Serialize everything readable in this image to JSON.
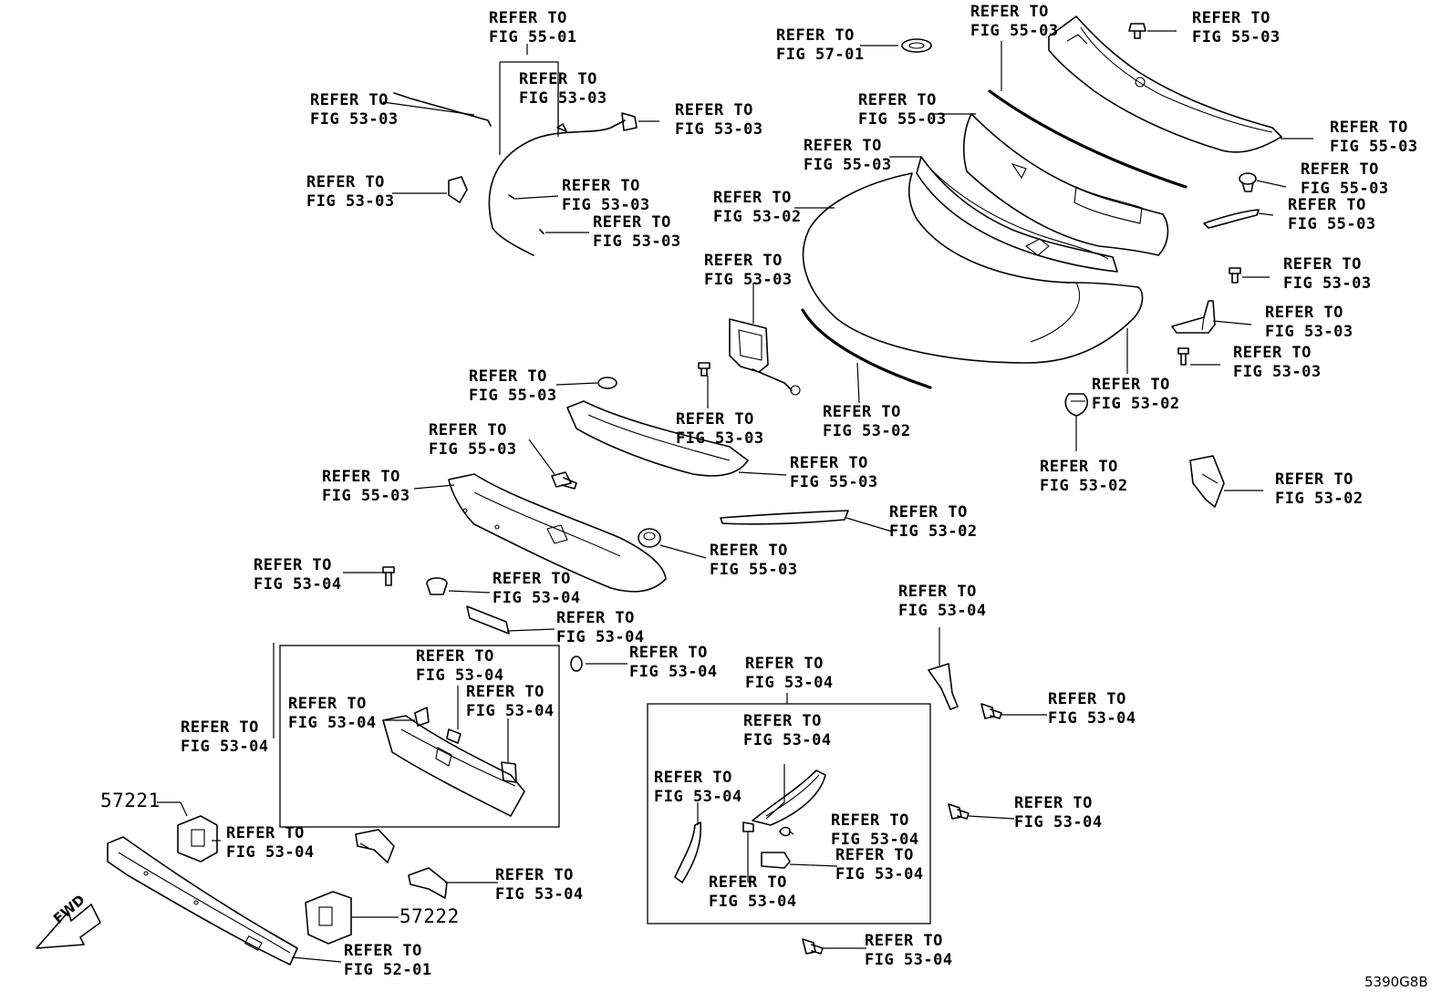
{
  "diagram": {
    "callouts": [
      {
        "id": "c1",
        "line1": "REFER TO",
        "line2": "FIG 55-01"
      },
      {
        "id": "c2",
        "line1": "REFER TO",
        "line2": "FIG 53-03"
      },
      {
        "id": "c3",
        "line1": "REFER TO",
        "line2": "FIG 53-03"
      },
      {
        "id": "c4",
        "line1": "REFER TO",
        "line2": "FIG 53-03"
      },
      {
        "id": "c5",
        "line1": "REFER TO",
        "line2": "FIG 53-03"
      },
      {
        "id": "c6",
        "line1": "REFER TO",
        "line2": "FIG 53-03"
      },
      {
        "id": "c7",
        "line1": "REFER TO",
        "line2": "FIG 53-03"
      },
      {
        "id": "c8",
        "line1": "REFER TO",
        "line2": "FIG 57-01"
      },
      {
        "id": "c9",
        "line1": "REFER TO",
        "line2": "FIG 55-03"
      },
      {
        "id": "c10",
        "line1": "REFER TO",
        "line2": "FIG 55-03"
      },
      {
        "id": "c11",
        "line1": "REFER TO",
        "line2": "FIG 55-03"
      },
      {
        "id": "c12",
        "line1": "REFER TO",
        "line2": "FIG 55-03"
      },
      {
        "id": "c13",
        "line1": "REFER TO",
        "line2": "FIG 55-03"
      },
      {
        "id": "c14",
        "line1": "REFER TO",
        "line2": "FIG 55-03"
      },
      {
        "id": "c15",
        "line1": "REFER TO",
        "line2": "FIG 55-03"
      },
      {
        "id": "c16",
        "line1": "REFER TO",
        "line2": "FIG 53-02"
      },
      {
        "id": "c17",
        "line1": "REFER TO",
        "line2": "FIG 53-03"
      },
      {
        "id": "c18",
        "line1": "REFER TO",
        "line2": "FIG 53-03"
      },
      {
        "id": "c19",
        "line1": "REFER TO",
        "line2": "FIG 53-03"
      },
      {
        "id": "c20",
        "line1": "REFER TO",
        "line2": "FIG 53-03"
      },
      {
        "id": "c21",
        "line1": "REFER TO",
        "line2": "FIG 53-02"
      },
      {
        "id": "c22",
        "line1": "REFER TO",
        "line2": "FIG 53-03"
      },
      {
        "id": "c23",
        "line1": "REFER TO",
        "line2": "FIG 53-02"
      },
      {
        "id": "c24",
        "line1": "REFER TO",
        "line2": "FIG 53-02"
      },
      {
        "id": "c25",
        "line1": "REFER TO",
        "line2": "FIG 53-02"
      },
      {
        "id": "c26",
        "line1": "REFER TO",
        "line2": "FIG 55-03"
      },
      {
        "id": "c27",
        "line1": "REFER TO",
        "line2": "FIG 55-03"
      },
      {
        "id": "c28",
        "line1": "REFER TO",
        "line2": "FIG 55-03"
      },
      {
        "id": "c29",
        "line1": "REFER TO",
        "line2": "FIG 55-03"
      },
      {
        "id": "c30",
        "line1": "REFER TO",
        "line2": "FIG 53-02"
      },
      {
        "id": "c31",
        "line1": "REFER TO",
        "line2": "FIG 55-03"
      },
      {
        "id": "c32",
        "line1": "REFER TO",
        "line2": "FIG 53-04"
      },
      {
        "id": "c33",
        "line1": "REFER TO",
        "line2": "FIG 53-04"
      },
      {
        "id": "c34",
        "line1": "REFER TO",
        "line2": "FIG 53-04"
      },
      {
        "id": "c35",
        "line1": "REFER TO",
        "line2": "FIG 53-04"
      },
      {
        "id": "c36",
        "line1": "REFER TO",
        "line2": "FIG 53-04"
      },
      {
        "id": "c37",
        "line1": "REFER TO",
        "line2": "FIG 53-04"
      },
      {
        "id": "c38",
        "line1": "REFER TO",
        "line2": "FIG 53-04"
      },
      {
        "id": "c39",
        "line1": "REFER TO",
        "line2": "FIG 53-04"
      },
      {
        "id": "c40",
        "line1": "REFER TO",
        "line2": "FIG 53-04"
      },
      {
        "id": "c41",
        "line1": "REFER TO",
        "line2": "FIG 53-04"
      },
      {
        "id": "c42",
        "line1": "REFER TO",
        "line2": "FIG 53-04"
      },
      {
        "id": "c43",
        "line1": "REFER TO",
        "line2": "FIG 53-04"
      },
      {
        "id": "c44",
        "line1": "REFER TO",
        "line2": "FIG 53-04"
      },
      {
        "id": "c45",
        "line1": "REFER TO",
        "line2": "FIG 53-04"
      },
      {
        "id": "c46",
        "line1": "REFER TO",
        "line2": "FIG 53-04"
      },
      {
        "id": "c47",
        "line1": "REFER TO",
        "line2": "FIG 53-04"
      },
      {
        "id": "c48",
        "line1": "REFER TO",
        "line2": "FIG 53-04"
      },
      {
        "id": "c49",
        "line1": "REFER TO",
        "line2": "FIG 53-04"
      },
      {
        "id": "c50",
        "line1": "REFER TO",
        "line2": "FIG 53-04"
      },
      {
        "id": "c51",
        "line1": "REFER TO",
        "line2": "FIG 53-04"
      },
      {
        "id": "c52",
        "line1": "REFER TO",
        "line2": "FIG 52-01"
      }
    ],
    "part_numbers": {
      "p1": "57221",
      "p2": "57222"
    },
    "direction_label": "FWD",
    "illustration_code": "5390G8B"
  }
}
